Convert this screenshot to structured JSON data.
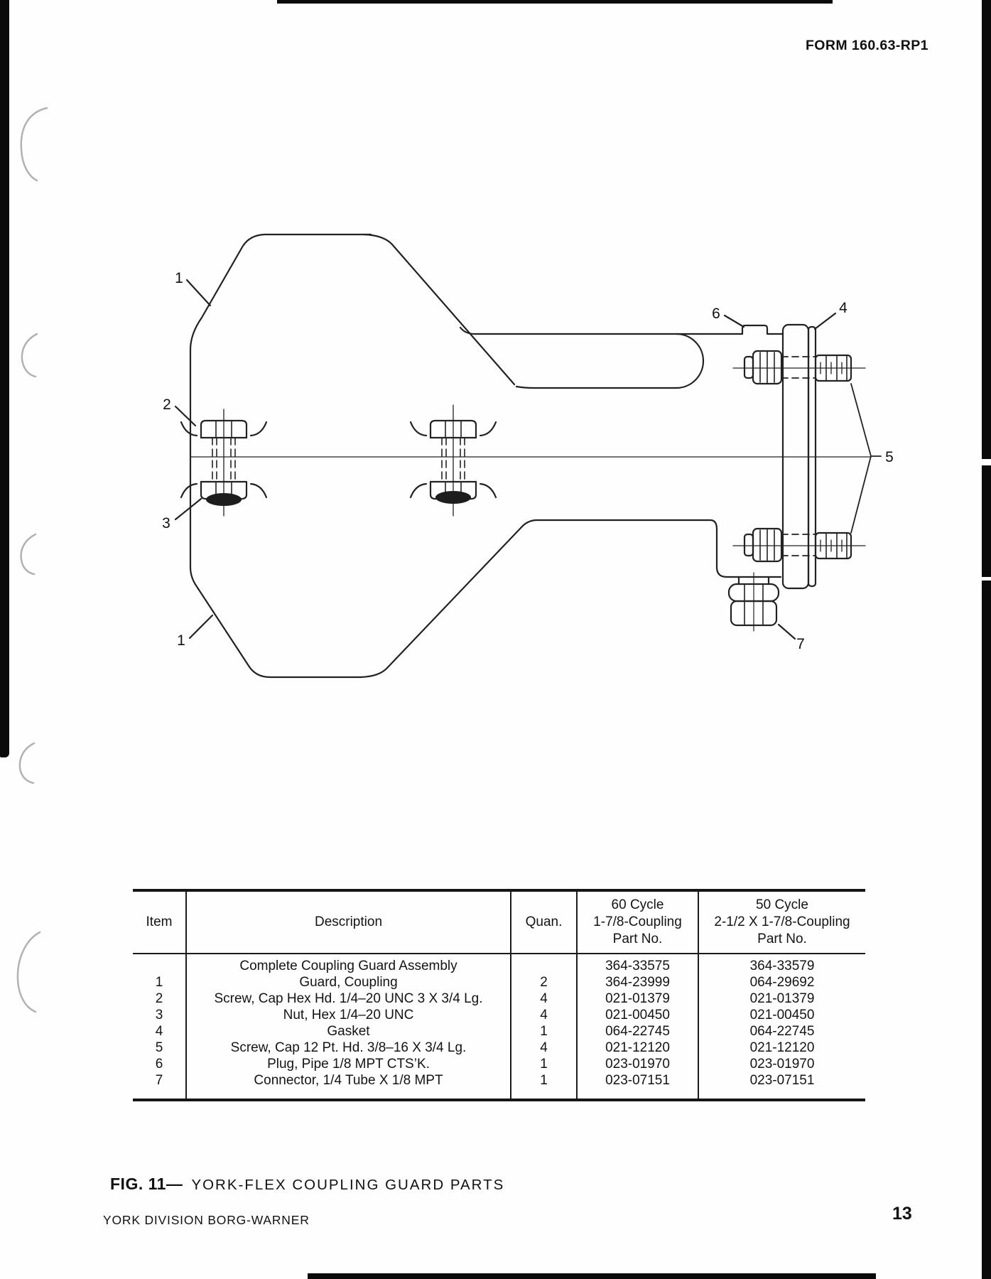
{
  "page": {
    "form_number": "FORM 160.63-RP1",
    "page_number": "13",
    "footer": "YORK DIVISION BORG-WARNER",
    "figure": {
      "prefix": "FIG. 11—",
      "title": "YORK-FLEX COUPLING GUARD PARTS"
    }
  },
  "diagram": {
    "callouts": [
      {
        "label": "1"
      },
      {
        "label": "2"
      },
      {
        "label": "3"
      },
      {
        "label": "1"
      },
      {
        "label": "6"
      },
      {
        "label": "4"
      },
      {
        "label": "5"
      },
      {
        "label": "7"
      }
    ]
  },
  "table": {
    "headers": {
      "item": "Item",
      "description": "Description",
      "quan": "Quan.",
      "col60": {
        "line1": "60 Cycle",
        "line2": "1-7/8-Coupling",
        "line3": "Part No."
      },
      "col50": {
        "line1": "50 Cycle",
        "line2": "2-1/2 X 1-7/8-Coupling",
        "line3": "Part No."
      }
    },
    "rows": [
      {
        "item": "",
        "description": "Complete Coupling Guard Assembly",
        "quan": "",
        "part60": "364-33575",
        "part50": "364-33579"
      },
      {
        "item": "1",
        "description": "Guard, Coupling",
        "quan": "2",
        "part60": "364-23999",
        "part50": "064-29692"
      },
      {
        "item": "2",
        "description": "Screw, Cap Hex Hd. 1/4–20 UNC 3 X 3/4 Lg.",
        "quan": "4",
        "part60": "021-01379",
        "part50": "021-01379"
      },
      {
        "item": "3",
        "description": "Nut, Hex 1/4–20 UNC",
        "quan": "4",
        "part60": "021-00450",
        "part50": "021-00450"
      },
      {
        "item": "4",
        "description": "Gasket",
        "quan": "1",
        "part60": "064-22745",
        "part50": "064-22745"
      },
      {
        "item": "5",
        "description": "Screw, Cap 12 Pt. Hd. 3/8–16 X 3/4 Lg.",
        "quan": "4",
        "part60": "021-12120",
        "part50": "021-12120"
      },
      {
        "item": "6",
        "description": "Plug, Pipe 1/8 MPT CTS’K.",
        "quan": "1",
        "part60": "023-01970",
        "part50": "023-01970"
      },
      {
        "item": "7",
        "description": "Connector, 1/4 Tube X 1/8 MPT",
        "quan": "1",
        "part60": "023-07151",
        "part50": "023-07151"
      }
    ]
  }
}
